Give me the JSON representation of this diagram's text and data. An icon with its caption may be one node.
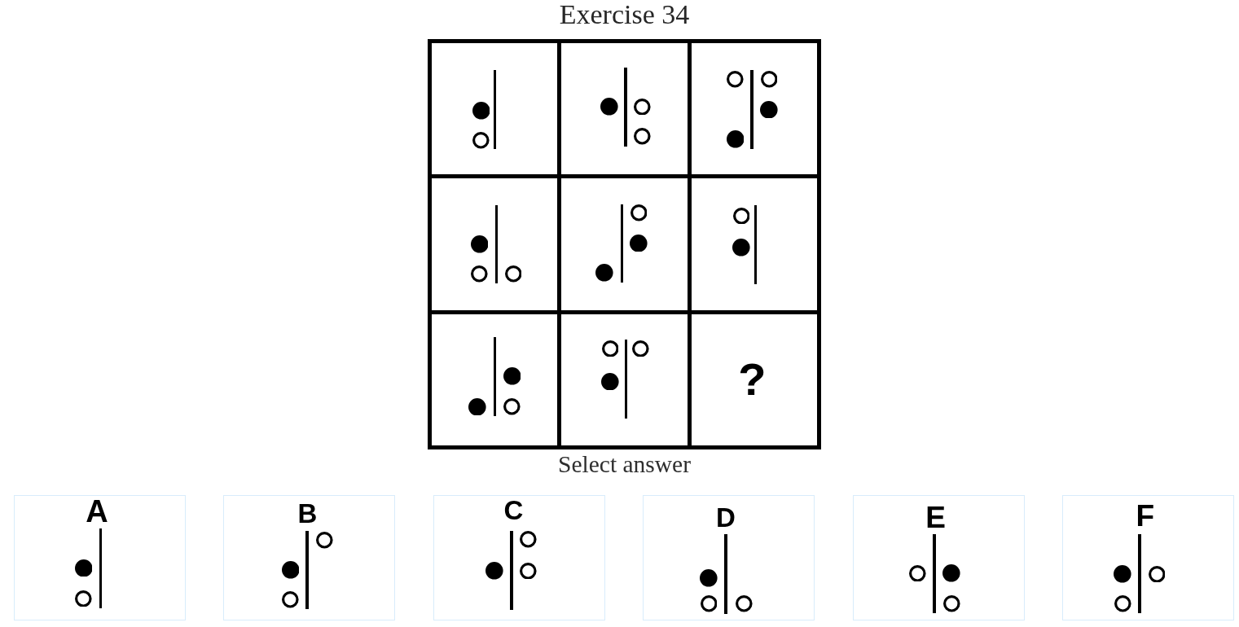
{
  "diagram": {
    "title": "Exercise 34",
    "nodes": [
      {
        "text": [],
        "shape": "box"
      },
      {
        "text": [],
        "shape": "box",
        "in": 0
      },
      {
        "text": [],
        "shape": "box",
        "in": 0
      },
      {
        "text": [],
        "shape": "box",
        "in": 0
      },
      {
        "text": [],
        "shape": "box",
        "in": 0
      },
      {
        "text": [],
        "shape": "box",
        "in": 0
      },
      {
        "text": [],
        "shape": "box",
        "in": 0
      },
      {
        "text": [],
        "shape": "box",
        "in": 0
      },
      {
        "text": [],
        "shape": "box",
        "in": 0
      },
      {
        "text": [
          "?"
        ],
        "in": 0
      },
      {
        "text": [
          "A"
        ]
      },
      {
        "text": [
          "B"
        ]
      },
      {
        "text": [
          "C"
        ]
      },
      {
        "text": [
          "D"
        ]
      },
      {
        "text": [
          "E"
        ]
      },
      {
        "text": [
          "F"
        ]
      }
    ],
    "labels": [
      "Select answer"
    ]
  }
}
